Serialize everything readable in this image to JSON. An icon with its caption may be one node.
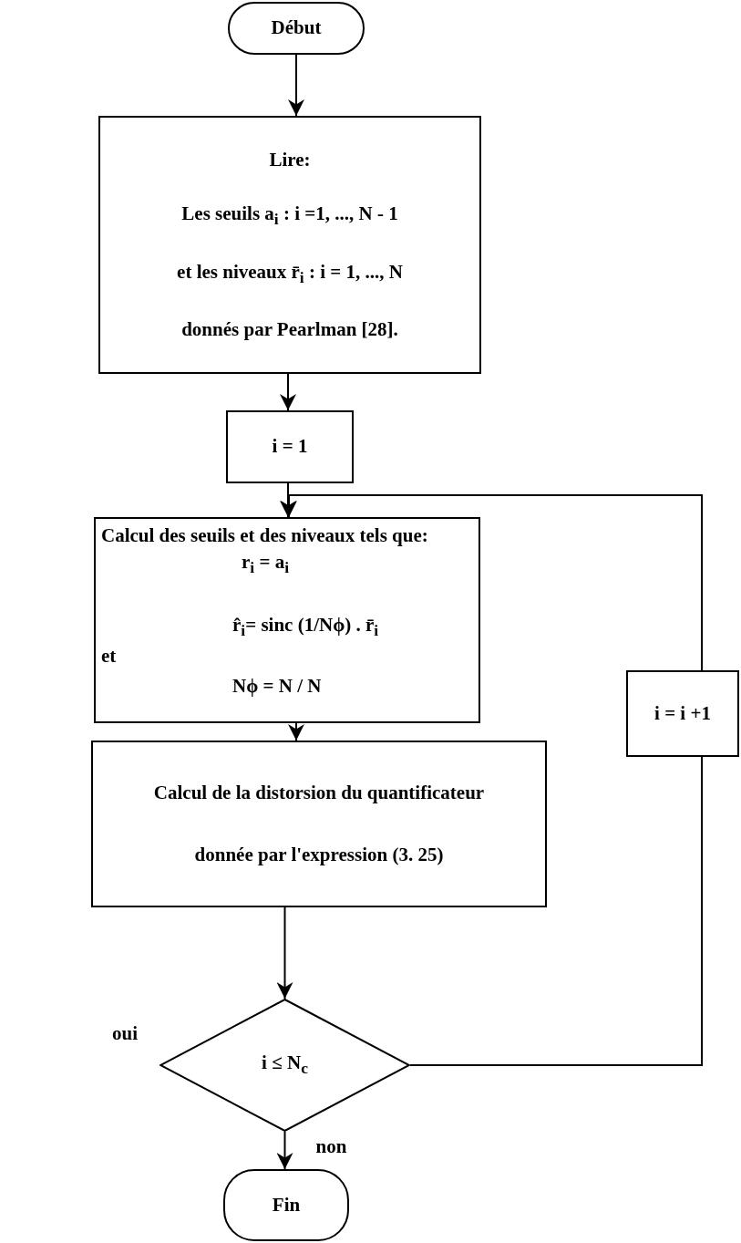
{
  "diagram": {
    "nodes": [
      {
        "text": [
          "Début"
        ]
      },
      {
        "text": [
          "Lire:",
          "Les seuils a$_{i}$ : i =1, ..., N - 1",
          "et les niveaux r̄$_{i}$ : i = 1, ..., N",
          "donnés par Pearlman [28]."
        ]
      },
      {
        "text": [
          "i = 1"
        ]
      },
      {
        "text": [
          "Calcul des seuils et des niveaux tels que:",
          "r$_{i}$ = a$_{i}$",
          "r̂$_{i}$= sinc (1/Nϕ) . r̄$_{i}$",
          "et",
          "Nϕ = N / N"
        ]
      },
      {
        "text": [
          "Calcul de la distorsion du quantificateur",
          "donnée par l'expression (3. 25)"
        ]
      },
      {
        "text": [
          "i ≤ N$_{c}$"
        ]
      },
      {
        "text": [
          "Fin"
        ]
      },
      {
        "text": [
          "i = i +1"
        ]
      }
    ],
    "edges": [
      {
        "from": 0,
        "to": 1,
        "arrow": "to"
      },
      {
        "from": 1,
        "to": 2,
        "arrow": "to"
      },
      {
        "from": 2,
        "to": 3,
        "arrow": "to"
      },
      {
        "from": 3,
        "to": 4,
        "arrow": "to"
      },
      {
        "from": 4,
        "to": 5,
        "arrow": "to"
      },
      {
        "from": 5,
        "to": 6,
        "arrow": "to",
        "label": "non"
      },
      {
        "from": 5,
        "to": 7,
        "arrow": "none"
      },
      {
        "from": 7,
        "to": 3,
        "arrow": "to"
      }
    ],
    "labels": [
      "oui"
    ]
  }
}
